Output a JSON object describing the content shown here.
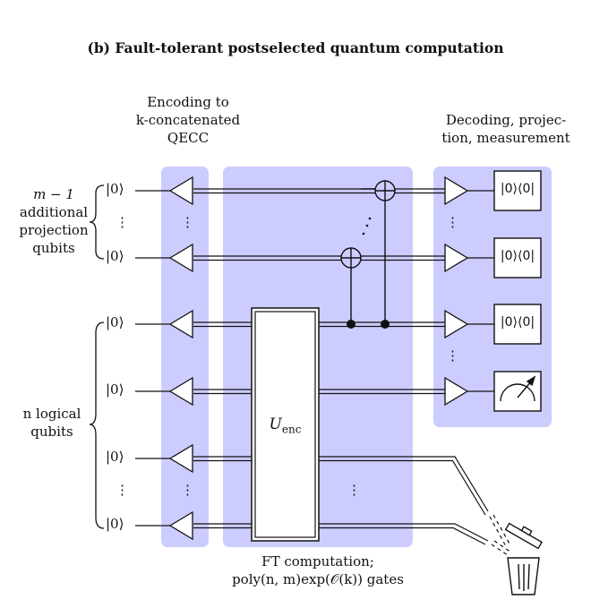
{
  "title": "(b) Fault-tolerant postselected quantum computation",
  "headers": {
    "encoding": [
      "Encoding to",
      "k-concatenated",
      "QECC"
    ],
    "decoding": [
      "Decoding, projec-",
      "tion, measurement"
    ]
  },
  "left_labels": {
    "projection_group": [
      "m − 1",
      "additional",
      "projection",
      "qubits"
    ],
    "logical_group": [
      "n logical",
      "qubits"
    ]
  },
  "input_state": "|0⟩",
  "vdots": "⋮",
  "gate_label": "U",
  "gate_subscript": "enc",
  "projector_label": "|0⟩⟨0|",
  "footer": [
    "FT computation;",
    "poly(n, m)exp(𝒪(k)) gates"
  ],
  "colors": {
    "panel": "#ccccff",
    "wire": "#111111"
  },
  "rows": [
    {
      "type": "projection",
      "input": "|0⟩",
      "output": "projector"
    },
    {
      "type": "projection",
      "input": "|0⟩",
      "output": "projector"
    },
    {
      "type": "logical",
      "input": "|0⟩",
      "output": "projector"
    },
    {
      "type": "logical",
      "input": "|0⟩",
      "output": "measurement"
    },
    {
      "type": "logical",
      "input": "|0⟩",
      "output": "discarded"
    },
    {
      "type": "logical",
      "input": "|0⟩",
      "output": "discarded"
    }
  ]
}
